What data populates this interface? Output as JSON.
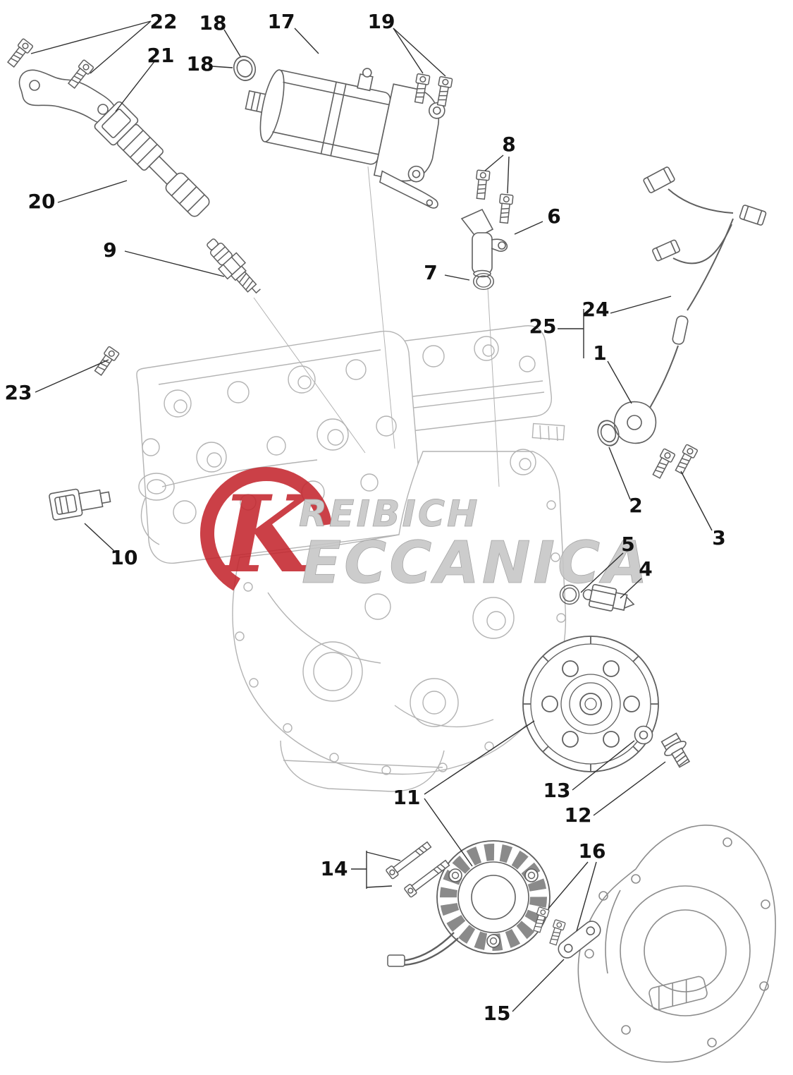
{
  "callouts": {
    "c1": "1",
    "c2": "2",
    "c3": "3",
    "c4": "4",
    "c5": "5",
    "c6": "6",
    "c7": "7",
    "c8": "8",
    "c9": "9",
    "c10": "10",
    "c11": "11",
    "c12": "12",
    "c13": "13",
    "c14": "14",
    "c15": "15",
    "c16": "16",
    "c17": "17",
    "c18a": "18",
    "c18b": "18",
    "c19": "19",
    "c20": "20",
    "c21": "21",
    "c22": "22",
    "c23": "23",
    "c24": "24",
    "c25": "25"
  },
  "watermark": {
    "symbol": "K",
    "line1": "REIBICH",
    "line2": "ECCANICA",
    "accent_color": "#c4262e",
    "text_color": "#c6c6c6"
  },
  "colors": {
    "background": "#ffffff",
    "leader_line": "#2f2f2f",
    "label_text": "#111111",
    "part_line": "#5f5f5f",
    "engine_line": "#b3b3b3",
    "cover_line": "#8c8c8c"
  }
}
